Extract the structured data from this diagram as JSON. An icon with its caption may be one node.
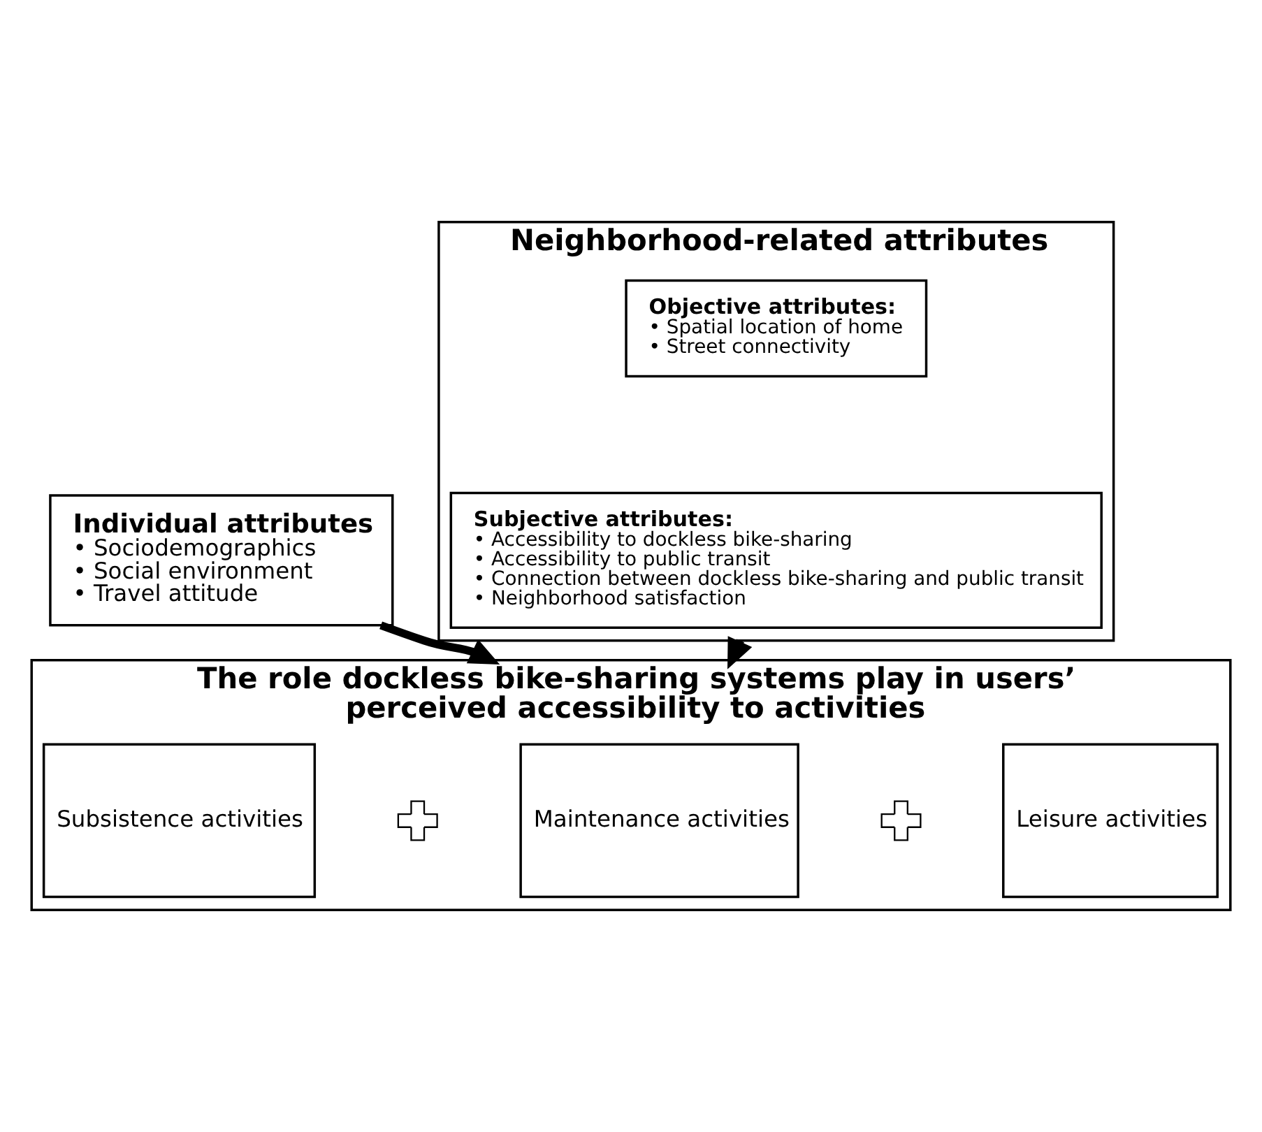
{
  "diagram": {
    "nodes": [
      {
        "text": [
          "Individual attributes",
          "• Sociodemographics",
          "• Social environment",
          "• Travel attitude"
        ]
      },
      {
        "text": [
          "Neighborhood-related attributes"
        ]
      },
      {
        "text": [
          "Objective attributes:",
          "• Spatial location of home",
          "• Street connectivity"
        ],
        "in": 1
      },
      {
        "text": [
          "Subjective attributes:",
          "• Accessibility to dockless bike-sharing",
          "• Accessibility to public transit",
          "• Connection between dockless bike-sharing and public transit",
          "• Neighborhood satisfaction"
        ],
        "in": 1
      },
      {
        "text": [
          "The role dockless bike-sharing systems play in users’ perceived accessibility to activities"
        ]
      },
      {
        "text": [
          "Subsistence activities"
        ],
        "in": 4
      },
      {
        "text": [],
        "shape": "plus",
        "in": 4
      },
      {
        "text": [
          "Maintenance activities"
        ],
        "in": 4
      },
      {
        "text": [],
        "shape": "plus",
        "in": 4
      },
      {
        "text": [
          "Leisure activities"
        ],
        "in": 4
      }
    ],
    "edges": [
      {
        "from": 0,
        "to": 4,
        "arrow": "to"
      },
      {
        "from": 1,
        "to": 4,
        "arrow": "to"
      }
    ]
  }
}
